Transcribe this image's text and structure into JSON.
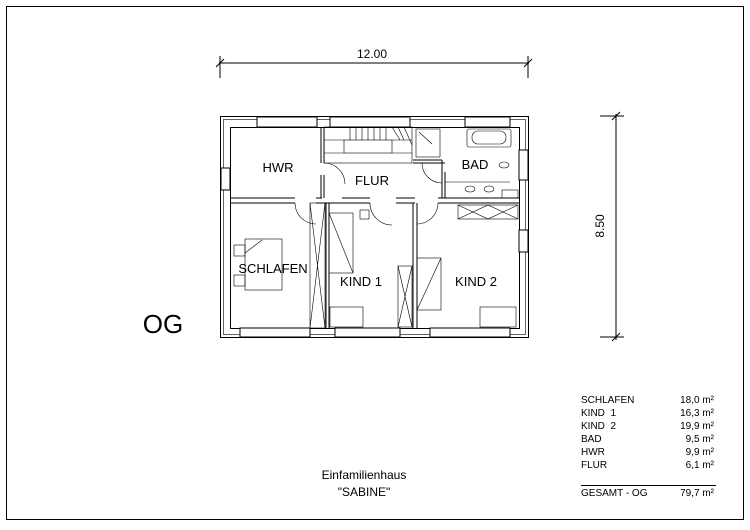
{
  "plan": {
    "floor_label": "OG",
    "width_dimension": "12.00",
    "depth_dimension": "8.50",
    "rooms": {
      "hwr": "HWR",
      "flur": "FLUR",
      "bad": "BAD",
      "schlafen": "SCHLAFEN",
      "kind1": "KIND 1",
      "kind2": "KIND 2"
    }
  },
  "title": {
    "line1": "Einfamilienhaus",
    "line2": "\"SABINE\""
  },
  "area_table": {
    "rows": [
      {
        "room": "SCHLAFEN",
        "area": "18,0 m²"
      },
      {
        "room": "KIND  1",
        "area": "16,3 m²"
      },
      {
        "room": "KIND  2",
        "area": "19,9 m²"
      },
      {
        "room": "BAD",
        "area": "9,5 m²"
      },
      {
        "room": "HWR",
        "area": "9,9 m²"
      },
      {
        "room": "FLUR",
        "area": "6,1 m²"
      }
    ],
    "total": {
      "room": "GESAMT - OG",
      "area": "79,7 m²"
    }
  }
}
